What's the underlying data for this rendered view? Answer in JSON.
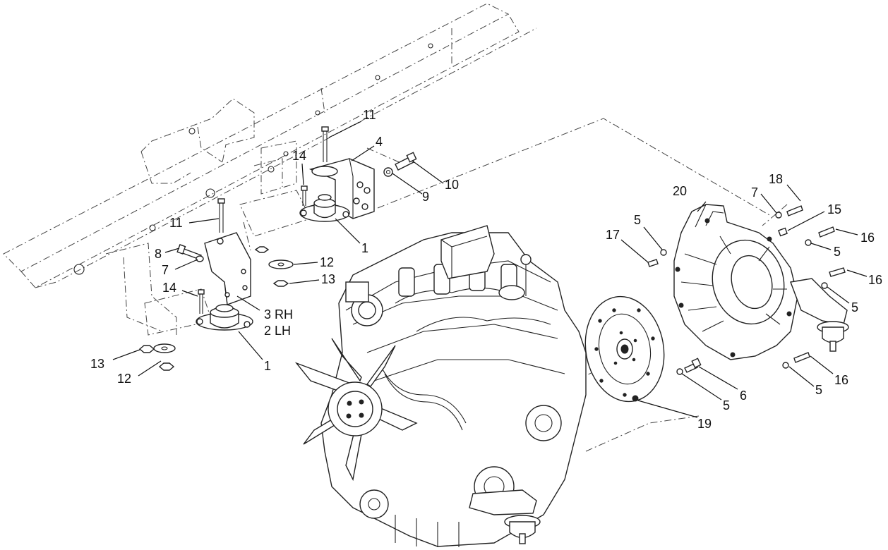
{
  "callouts": [
    {
      "id": "c11a",
      "text": "11"
    },
    {
      "id": "c4",
      "text": "4"
    },
    {
      "id": "c14a",
      "text": "14"
    },
    {
      "id": "c10",
      "text": "10"
    },
    {
      "id": "c9",
      "text": "9"
    },
    {
      "id": "c11b",
      "text": "11"
    },
    {
      "id": "c1a",
      "text": "1"
    },
    {
      "id": "c8",
      "text": "8"
    },
    {
      "id": "c7a",
      "text": "7"
    },
    {
      "id": "c12a",
      "text": "12"
    },
    {
      "id": "c13a",
      "text": "13"
    },
    {
      "id": "c14b",
      "text": "14"
    },
    {
      "id": "c3rh",
      "text": "3 RH"
    },
    {
      "id": "c2lh",
      "text": "2 LH"
    },
    {
      "id": "c13b",
      "text": "13"
    },
    {
      "id": "c1b",
      "text": "1"
    },
    {
      "id": "c12b",
      "text": "12"
    },
    {
      "id": "c20",
      "text": "20"
    },
    {
      "id": "c18",
      "text": "18"
    },
    {
      "id": "c7b",
      "text": "7"
    },
    {
      "id": "c15",
      "text": "15"
    },
    {
      "id": "c5a",
      "text": "5"
    },
    {
      "id": "c17",
      "text": "17"
    },
    {
      "id": "c16a",
      "text": "16"
    },
    {
      "id": "c5b",
      "text": "5"
    },
    {
      "id": "c16b",
      "text": "16"
    },
    {
      "id": "c5c",
      "text": "5"
    },
    {
      "id": "c16c",
      "text": "16"
    },
    {
      "id": "c5d",
      "text": "5"
    },
    {
      "id": "c6",
      "text": "6"
    },
    {
      "id": "c5e",
      "text": "5"
    },
    {
      "id": "c19",
      "text": "19"
    }
  ]
}
